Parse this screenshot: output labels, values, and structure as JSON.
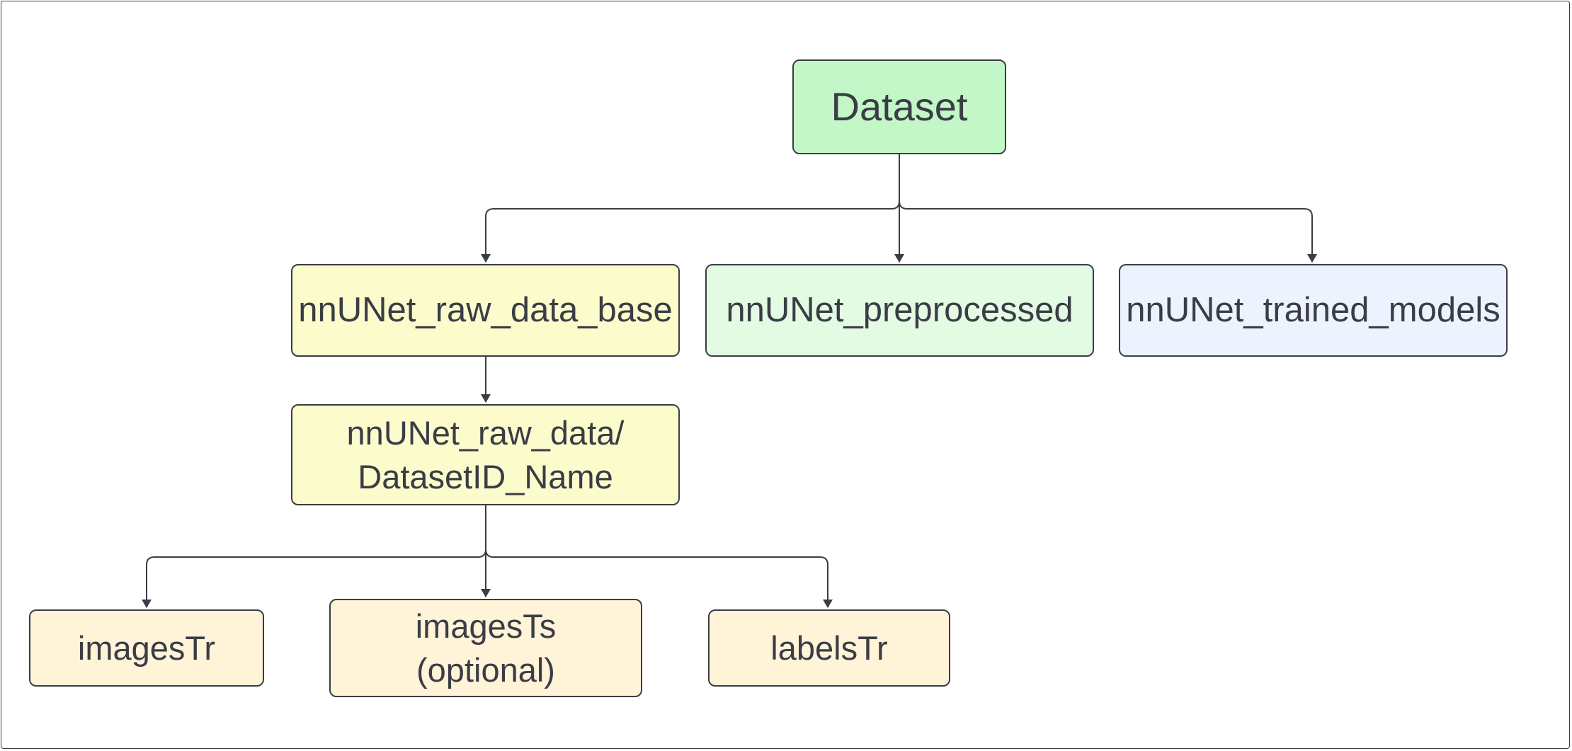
{
  "diagram": {
    "nodes": {
      "dataset": "Dataset",
      "raw_data_base": "nnUNet_raw_data_base",
      "preprocessed": "nnUNet_preprocessed",
      "trained_models": "nnUNet_trained_models",
      "raw_data": "nnUNet_raw_data/\nDatasetID_Name",
      "images_tr": "imagesTr",
      "images_ts": "imagesTs\n(optional)",
      "labels_tr": "labelsTr"
    },
    "edges": [
      [
        "dataset",
        "raw_data_base"
      ],
      [
        "dataset",
        "preprocessed"
      ],
      [
        "dataset",
        "trained_models"
      ],
      [
        "raw_data_base",
        "raw_data"
      ],
      [
        "raw_data",
        "images_tr"
      ],
      [
        "raw_data",
        "images_ts"
      ],
      [
        "raw_data",
        "labels_tr"
      ]
    ],
    "colors": {
      "dataset": "#c3f7c8",
      "raw_data_base": "#fbfbcc",
      "raw_data": "#fbfbcc",
      "preprocessed": "#e3fae3",
      "trained_models": "#ecf3ff",
      "leaf": "#fff3d8",
      "stroke": "#3a3d45"
    }
  }
}
